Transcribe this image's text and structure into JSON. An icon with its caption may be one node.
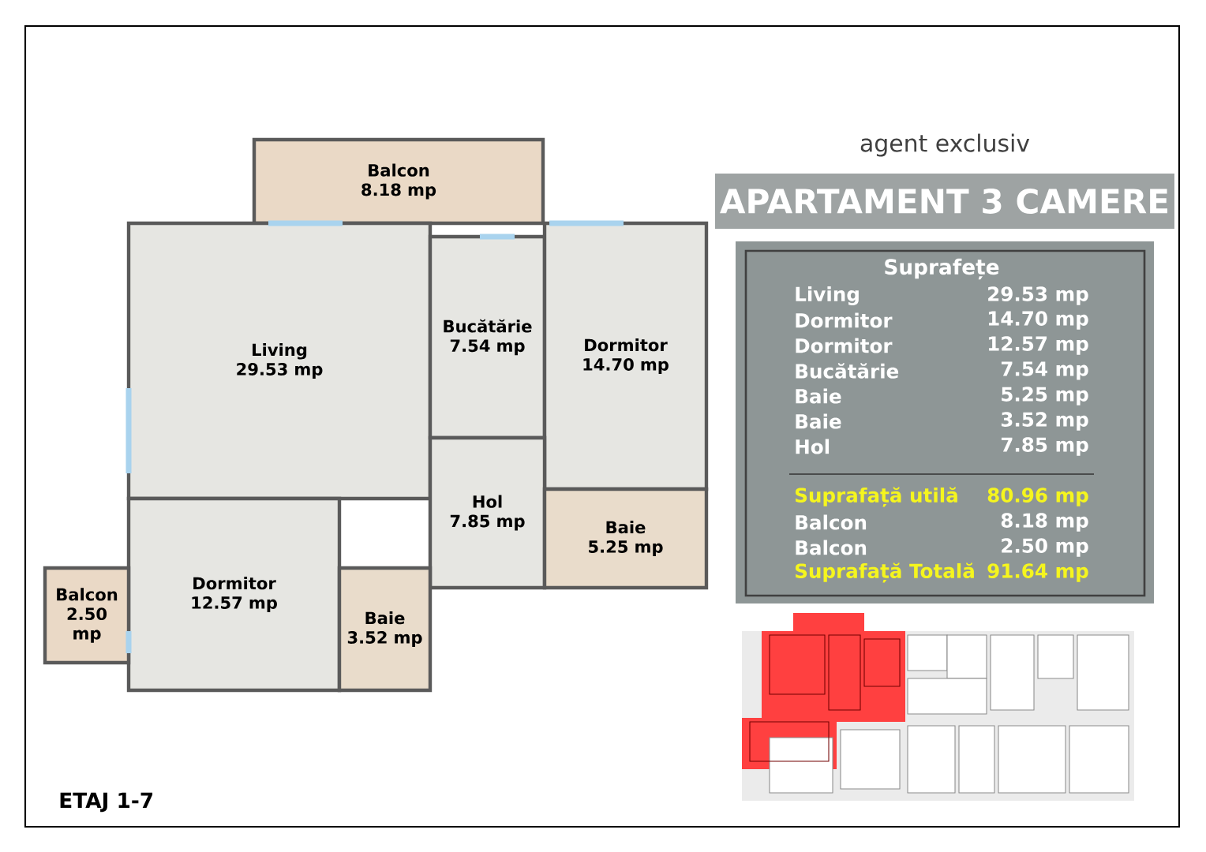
{
  "diagram": {
    "nodes": [
      {
        "text": [
          "Balcon 8.18 mp"
        ]
      },
      {
        "text": [
          "Living 29.53 mp"
        ]
      },
      {
        "text": [
          "Bucătărie 7.54 mp"
        ]
      },
      {
        "text": [
          "Dormitor 14.70 mp"
        ]
      },
      {
        "text": [
          "Hol 7.85 mp"
        ]
      },
      {
        "text": [
          "Baie 5.25 mp"
        ]
      },
      {
        "text": [
          "Dormitor 12.57 mp"
        ]
      },
      {
        "text": [
          "Baie 3.52 mp"
        ]
      },
      {
        "text": [
          "Balcon 2.50 mp"
        ]
      },
      {
        "text": [
          "APARTAMENT 3 CAMERE"
        ]
      },
      {
        "text": [
          "Suprafețe"
        ]
      }
    ],
    "labels": [
      "agent exclusiv",
      "Living",
      "29.53 mp",
      "Dormitor",
      "14.70 mp",
      "Dormitor",
      "12.57 mp",
      "Bucătărie",
      "7.54 mp",
      "Baie",
      "5.25 mp",
      "Baie",
      "3.52 mp",
      "Hol",
      "7.85 mp",
      "Suprafață utilă",
      "80.96 mp",
      "Balcon",
      "8.18 mp",
      "Balcon",
      "2.50 mp",
      "Suprafață Totală",
      "91.64 mp",
      "ETAJ 1-7"
    ]
  }
}
